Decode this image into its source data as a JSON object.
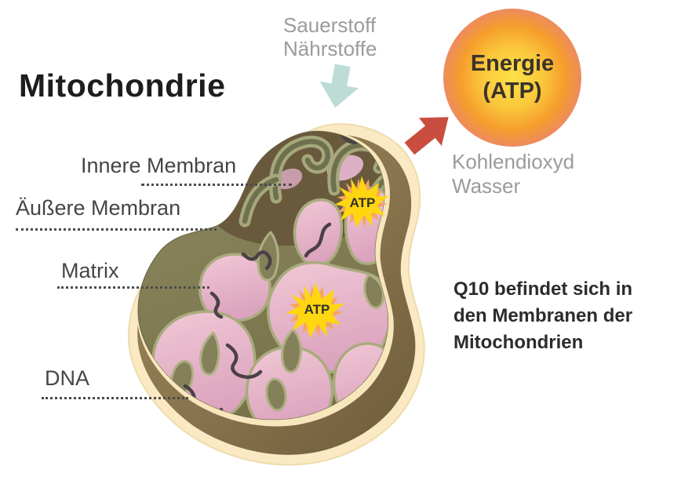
{
  "title": "Mitochondrie",
  "diagram_labels": {
    "inner_membrane": "Innere Membran",
    "outer_membrane": "Äußere Membran",
    "matrix": "Matrix",
    "dna": "DNA"
  },
  "input_flow": {
    "line1": "Sauerstoff",
    "line2": "Nährstoffe"
  },
  "output_flow": {
    "line1": "Kohlendioxyd",
    "line2": "Wasser"
  },
  "energy_ball": {
    "line1": "Energie",
    "line2": "(ATP)"
  },
  "atp_bursts": {
    "upper": "ATP",
    "lower": "ATP"
  },
  "note": {
    "line1": "Q10 befindet sich in",
    "line2": "den Membranen der",
    "line3": "Mitochondrien"
  },
  "icons": {
    "input_arrow": "down-arrow-icon",
    "output_arrow": "up-right-arrow-icon",
    "atp_burst": "starburst-icon"
  },
  "colors": {
    "input_arrow": "#bedcd6",
    "output_arrow": "#c94e3f",
    "energy_core": "#fde049",
    "energy_mid": "#f59d2c",
    "energy_halo": "#ec8a63",
    "burst_yellow": "#ffd60f",
    "burst_orange": "#f5a55f",
    "membrane_cream": "#fae9c2",
    "membrane_brown": "#8a764e",
    "cut_face_cream": "#f8e6bc",
    "interior_olive": "#85815c",
    "matrix_pink": "#e5b3c8",
    "crista_outline": "#a9ab7e",
    "dna_strand": "#4a4046",
    "text_gray": "#9b9b9b",
    "text_label": "#454545",
    "text_dark": "#2c2c2c"
  }
}
